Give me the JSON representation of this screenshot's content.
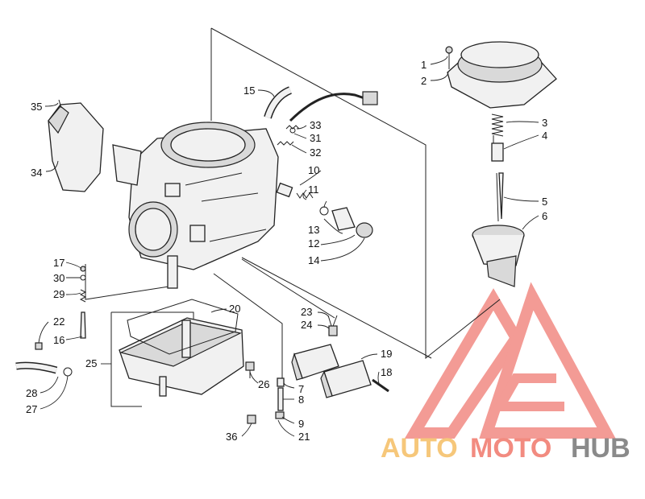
{
  "callouts": {
    "c1": "1",
    "c2": "2",
    "c3": "3",
    "c4": "4",
    "c5": "5",
    "c6": "6",
    "c7": "7",
    "c8": "8",
    "c9": "9",
    "c10": "10",
    "c11": "11",
    "c12": "12",
    "c13": "13",
    "c14": "14",
    "c15": "15",
    "c16": "16",
    "c17": "17",
    "c18": "18",
    "c19": "19",
    "c20": "20",
    "c21": "21",
    "c22": "22",
    "c23": "23",
    "c24": "24",
    "c25": "25",
    "c26": "26",
    "c27": "27",
    "c28": "28",
    "c29": "29",
    "c30": "30",
    "c31": "31",
    "c32": "32",
    "c33": "33",
    "c34": "34",
    "c35": "35",
    "c36": "36"
  },
  "watermark": {
    "part1": "AUTO",
    "part2": "MOTO",
    "part3": "HUB",
    "color_auto": "#f6c77a",
    "color_moto": "#f28b80",
    "color_hub": "#8a8a8a",
    "logo_color": "#f07a72"
  }
}
